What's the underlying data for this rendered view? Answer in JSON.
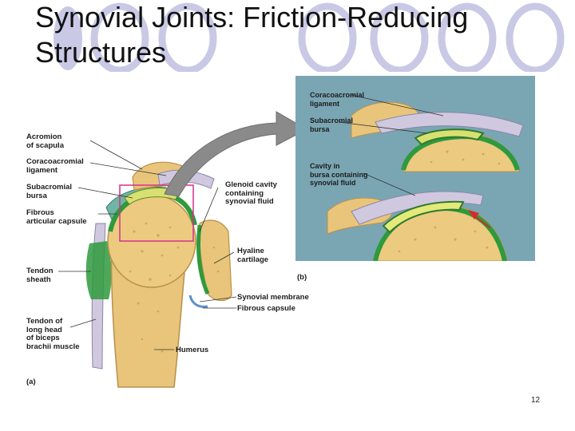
{
  "slide": {
    "title_line1": "Synovial Joints: Friction-Reducing",
    "title_line2": "Structures",
    "page_number": "12"
  },
  "figure_a": {
    "panel_label": "(a)",
    "labels": {
      "acromion": [
        "Acromion",
        "of scapula"
      ],
      "coracoacromial": [
        "Coracoacromial",
        "ligament"
      ],
      "subacromial": [
        "Subacromial",
        "bursa"
      ],
      "fibrous_capsule": [
        "Fibrous",
        "articular capsule"
      ],
      "tendon_sheath": [
        "Tendon",
        "sheath"
      ],
      "tendon_long_head": [
        "Tendon of",
        "long head",
        "of biceps",
        "brachii muscle"
      ],
      "glenoid": [
        "Glenoid cavity",
        "containing",
        "synovial fluid"
      ],
      "hyaline": [
        "Hyaline",
        "cartilage"
      ],
      "synovial_membrane": "Synovial membrane",
      "fibrous_capsule_right": "Fibrous capsule",
      "humerus": "Humerus"
    }
  },
  "figure_b": {
    "panel_label": "(b)",
    "labels": {
      "coracoacromial": [
        "Coracoacromial",
        "ligament"
      ],
      "subacromial": [
        "Subacromial",
        "bursa"
      ],
      "cavity": [
        "Cavity in",
        "bursa containing",
        "synovial fluid"
      ]
    }
  },
  "colors": {
    "bone": "#e8c57a",
    "bone_light": "#f4dca0",
    "cartilage_green": "#2e9a3c",
    "bursa_yellow": "#d8e070",
    "ligament": "#c5bfd6",
    "highlight_box": "#d6318a",
    "arrow_gray": "#8a8a8a",
    "red_arrow": "#d42a2a",
    "figure_b_bg": "#7aa6b4"
  }
}
